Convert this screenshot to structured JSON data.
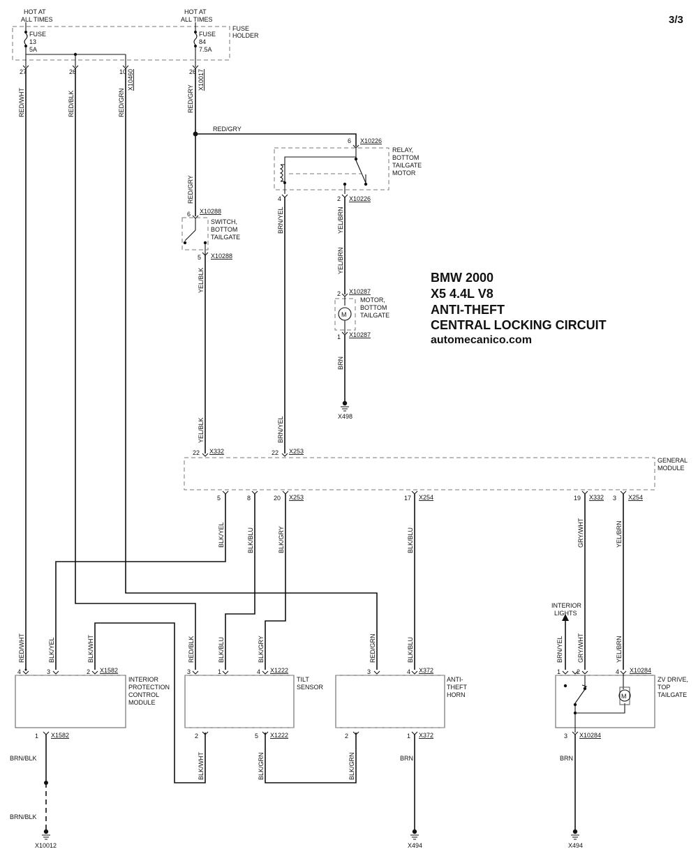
{
  "page_number": "3/3",
  "title": {
    "line1": "BMW 2000",
    "line2": "X5 4.4L V8",
    "line3": "ANTI-THEFT",
    "line4": "CENTRAL LOCKING CIRCUIT",
    "site": "automecanico.com"
  },
  "power": {
    "hot1_a": "HOT AT",
    "hot1_b": "ALL TIMES",
    "hot2_a": "HOT AT",
    "hot2_b": "ALL TIMES",
    "fuse1_a": "FUSE",
    "fuse1_b": "13",
    "fuse1_c": "5A",
    "fuse2_a": "FUSE",
    "fuse2_b": "84",
    "fuse2_c": "7.5A",
    "holder_a": "FUSE",
    "holder_b": "HOLDER"
  },
  "pins": {
    "p27": "27",
    "p26a": "26",
    "p10": "10",
    "p26b": "26",
    "p6a": "6",
    "p4a": "4",
    "p2a": "2",
    "p6b": "6",
    "p5a": "5",
    "p2b": "2",
    "p1a": "1",
    "p22a": "22",
    "p22b": "22",
    "p5b": "5",
    "p8": "8",
    "p20": "20",
    "p17": "17",
    "p19": "19",
    "p3a": "3",
    "ip4": "4",
    "ip3": "3",
    "ip2": "2",
    "ip1": "1",
    "ts3": "3",
    "ts1": "1",
    "ts4": "4",
    "ts2": "2",
    "ts5": "5",
    "ah3": "3",
    "ah4": "4",
    "ah2": "2",
    "ah1": "1",
    "zv1": "1",
    "zv2": "2",
    "zv4": "4",
    "zv3": "3"
  },
  "connectors": {
    "x10460": "X10460",
    "x10017": "X10017",
    "x10226a": "X10226",
    "x10226b": "X10226",
    "x10288a": "X10288",
    "x10288b": "X10288",
    "x10287a": "X10287",
    "x10287b": "X10287",
    "x332a": "X332",
    "x253a": "X253",
    "x253b": "X253",
    "x254a": "X254",
    "x332b": "X332",
    "x254b": "X254",
    "x1582a": "X1582",
    "x1582b": "X1582",
    "x1222a": "X1222",
    "x1222b": "X1222",
    "x372a": "X372",
    "x372b": "X372",
    "x10284a": "X10284",
    "x10284b": "X10284"
  },
  "wires": {
    "w_redwht": "RED/WHT",
    "w_redblk": "RED/BLK",
    "w_redgrn": "RED/GRN",
    "w_redgry1": "RED/GRY",
    "w_redgry2": "RED/GRY",
    "w_redgry3": "RED/GRY",
    "w_brnyel1": "BRN/YEL",
    "w_yelbrn1": "YEL/BRN",
    "w_yelbrn2": "YEL/BRN",
    "w_brn1": "BRN",
    "w_yelblk1": "YEL/BLK",
    "w_yelblk2": "YEL/BLK",
    "w_brnyel2": "BRN/YEL",
    "w_blkyel1": "BLK/YEL",
    "w_blkblu1": "BLK/BLU",
    "w_blkgry1": "BLK/GRY",
    "w_blkblu2": "BLK/BLU",
    "w_grywht": "GRY/WHT",
    "w_yelbrn3": "YEL/BRN",
    "w_redwht2": "RED/WHT",
    "w_blkyel2": "BLK/YEL",
    "w_blkwht1": "BLK/WHT",
    "w_redblk2": "RED/BLK",
    "w_blkblu3": "BLK/BLU",
    "w_blkgry2": "BLK/GRY",
    "w_redgrn2": "RED/GRN",
    "w_blkblu4": "BLK/BLU",
    "w_brnyel3": "BRN/YEL",
    "w_grywht2": "GRY/WHT",
    "w_yelbrn4": "YEL/BRN",
    "w_brnblk1": "BRN/BLK",
    "w_brnblk2": "BRN/BLK",
    "w_blkwht2": "BLK/WHT",
    "w_blkgrn1": "BLK/GRN",
    "w_blkgrn2": "BLK/GRN",
    "w_brn2": "BRN",
    "w_brn3": "BRN"
  },
  "components": {
    "relay_a": "RELAY,",
    "relay_b": "BOTTOM",
    "relay_c": "TAILGATE",
    "relay_d": "MOTOR",
    "switch_a": "SWITCH,",
    "switch_b": "BOTTOM",
    "switch_c": "TAILGATE",
    "motor_a": "MOTOR,",
    "motor_b": "BOTTOM",
    "motor_c": "TAILGATE",
    "motor_sym1": "M",
    "motor_sym2": "M",
    "gm_a": "GENERAL",
    "gm_b": "MODULE",
    "ipcm_a": "INTERIOR",
    "ipcm_b": "PROTECTION",
    "ipcm_c": "CONTROL",
    "ipcm_d": "MODULE",
    "tilt_a": "TILT",
    "tilt_b": "SENSOR",
    "horn_a": "ANTI-",
    "horn_b": "THEFT",
    "horn_c": "HORN",
    "zv_a": "ZV DRIVE,",
    "zv_b": "TOP",
    "zv_c": "TAILGATE",
    "il_a": "INTERIOR",
    "il_b": "LIGHTS"
  },
  "grounds": {
    "g498": "X498",
    "g10012": "X10012",
    "g494a": "X494",
    "g494b": "X494"
  }
}
